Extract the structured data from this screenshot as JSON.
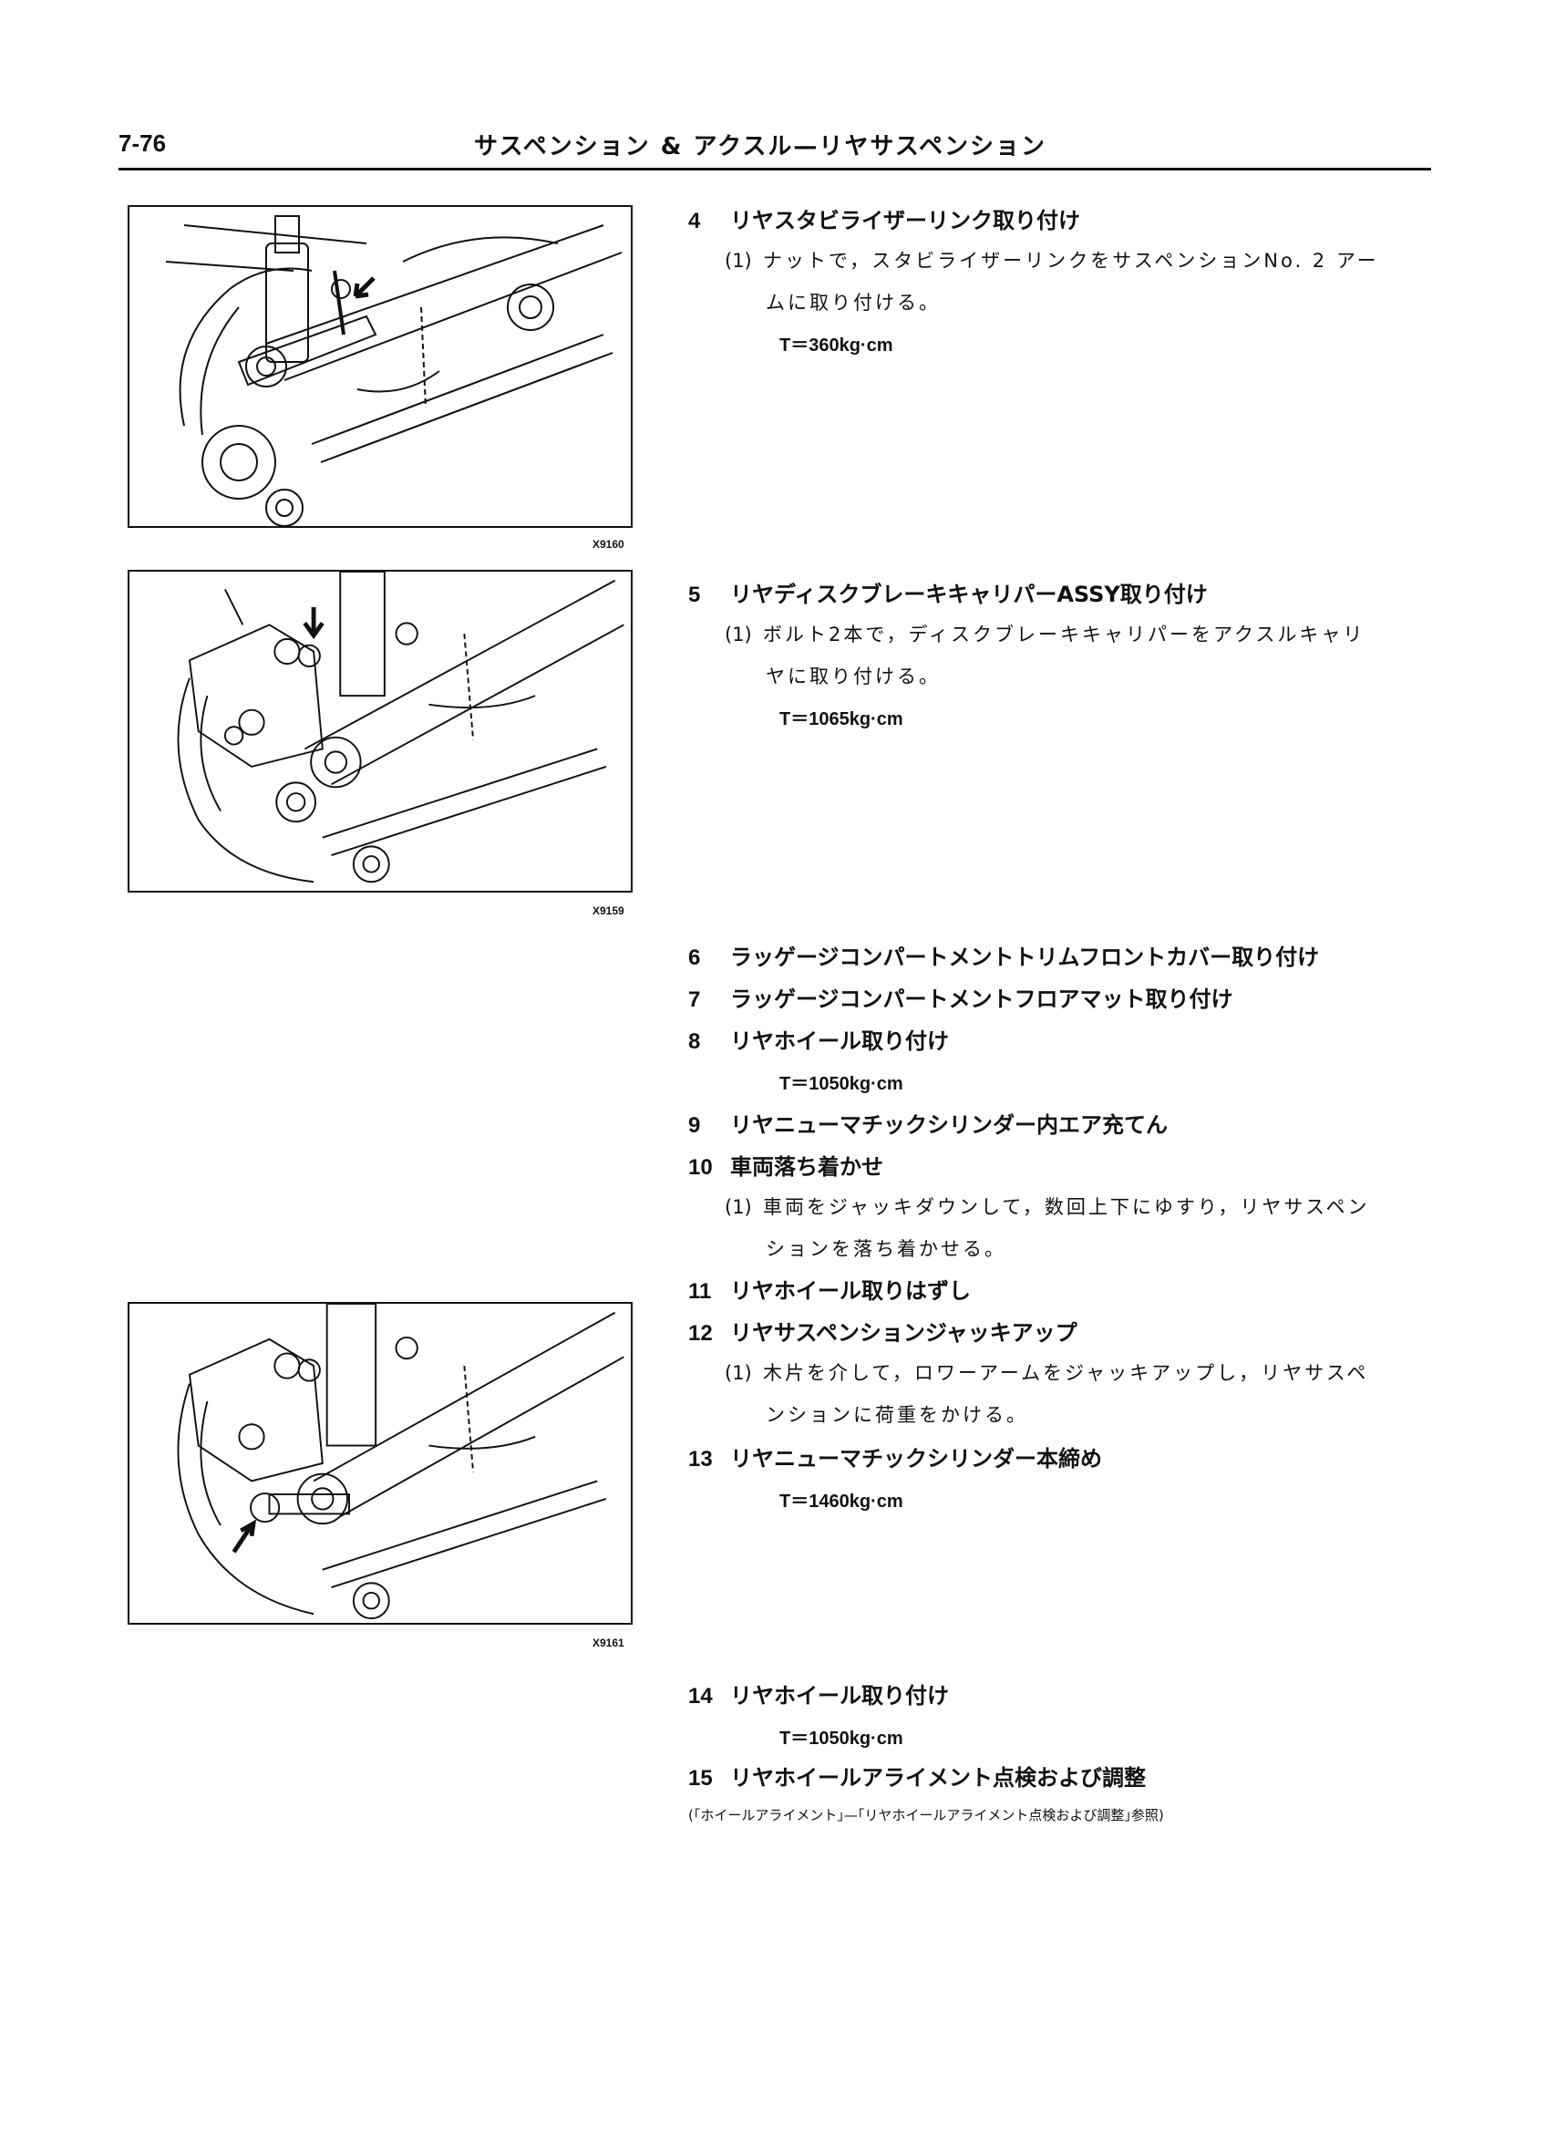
{
  "header": {
    "page_number": "7-76",
    "title": "サスペンション & アクスル—リヤサスペンション"
  },
  "figures": [
    {
      "code": "X9160"
    },
    {
      "code": "X9159"
    },
    {
      "code": "X9161"
    }
  ],
  "steps": {
    "s4": {
      "num": "4",
      "title": "リヤスタビライザーリンク取り付け",
      "sub1_num": "(1)",
      "sub1_line1": "ナットで，スタビライザーリンクをサスペンションNo. 2 アー",
      "sub1_line2": "ムに取り付ける。",
      "torque": "T＝360kg·cm"
    },
    "s5": {
      "num": "5",
      "title": "リヤディスクブレーキキャリパーASSY取り付け",
      "sub1_num": "(1)",
      "sub1_line1": "ボルト2本で，ディスクブレーキキャリパーをアクスルキャリ",
      "sub1_line2": "ヤに取り付ける。",
      "torque": "T＝1065kg·cm"
    },
    "s6": {
      "num": "6",
      "title": "ラッゲージコンパートメントトリムフロントカバー取り付け"
    },
    "s7": {
      "num": "7",
      "title": "ラッゲージコンパートメントフロアマット取り付け"
    },
    "s8": {
      "num": "8",
      "title": "リヤホイール取り付け",
      "torque": "T＝1050kg·cm"
    },
    "s9": {
      "num": "9",
      "title": "リヤニューマチックシリンダー内エア充てん"
    },
    "s10": {
      "num": "10",
      "title": "車両落ち着かせ",
      "sub1_num": "(1)",
      "sub1_line1": "車両をジャッキダウンして，数回上下にゆすり，リヤサスペン",
      "sub1_line2": "ションを落ち着かせる。"
    },
    "s11": {
      "num": "11",
      "title": "リヤホイール取りはずし"
    },
    "s12": {
      "num": "12",
      "title": "リヤサスペンションジャッキアップ",
      "sub1_num": "(1)",
      "sub1_line1": "木片を介して，ロワーアームをジャッキアップし，リヤサスペ",
      "sub1_line2": "ンションに荷重をかける。"
    },
    "s13": {
      "num": "13",
      "title": "リヤニューマチックシリンダー本締め",
      "torque": "T＝1460kg·cm"
    },
    "s14": {
      "num": "14",
      "title": "リヤホイール取り付け",
      "torque": "T＝1050kg·cm"
    },
    "s15": {
      "num": "15",
      "title": "リヤホイールアライメント点検および調整",
      "reference": "(｢ホイールアライメント｣—｢リヤホイールアライメント点検および調整｣参照)"
    }
  }
}
